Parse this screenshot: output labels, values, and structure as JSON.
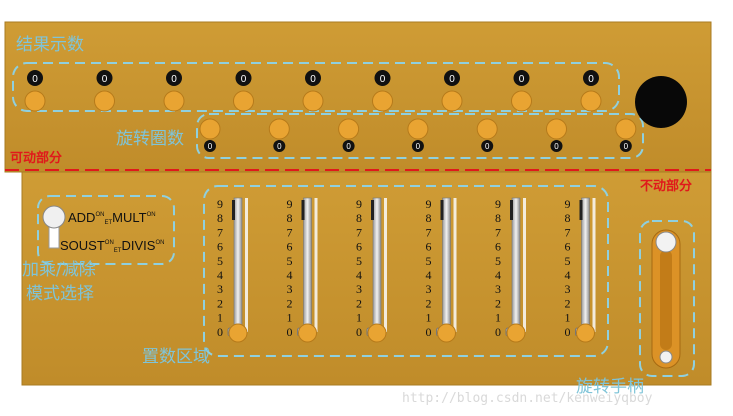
{
  "labels": {
    "result_display": "结果示数",
    "rotation_count": "旋转圈数",
    "movable_part": "可动部分",
    "fixed_part": "不动部分",
    "mode_select_line1": "加乘/减除",
    "mode_select_line2": "模式选择",
    "input_area": "置数区域",
    "crank": "旋转手柄"
  },
  "mode_switch": {
    "add": "ADD",
    "et": "ET",
    "mult": "MULT",
    "soust": "SOUST",
    "divis": "DIVIS",
    "on": "ON"
  },
  "result_dials": [
    "0",
    "0",
    "0",
    "0",
    "0",
    "0",
    "0",
    "0",
    "0"
  ],
  "rotation_dials": [
    "0",
    "0",
    "0",
    "0",
    "0",
    "0",
    "0"
  ],
  "slider_scale": [
    "9",
    "8",
    "7",
    "6",
    "5",
    "4",
    "3",
    "2",
    "1",
    "0"
  ],
  "watermark": "http://blog.csdn.net/kenweiyqboy",
  "colors": {
    "panel": "#c9962f",
    "panel_edge": "#a87b22",
    "dial": "#e9a432",
    "outline": "#8fd0df",
    "divider": "#e0191b",
    "label": "#7fc4d8"
  }
}
